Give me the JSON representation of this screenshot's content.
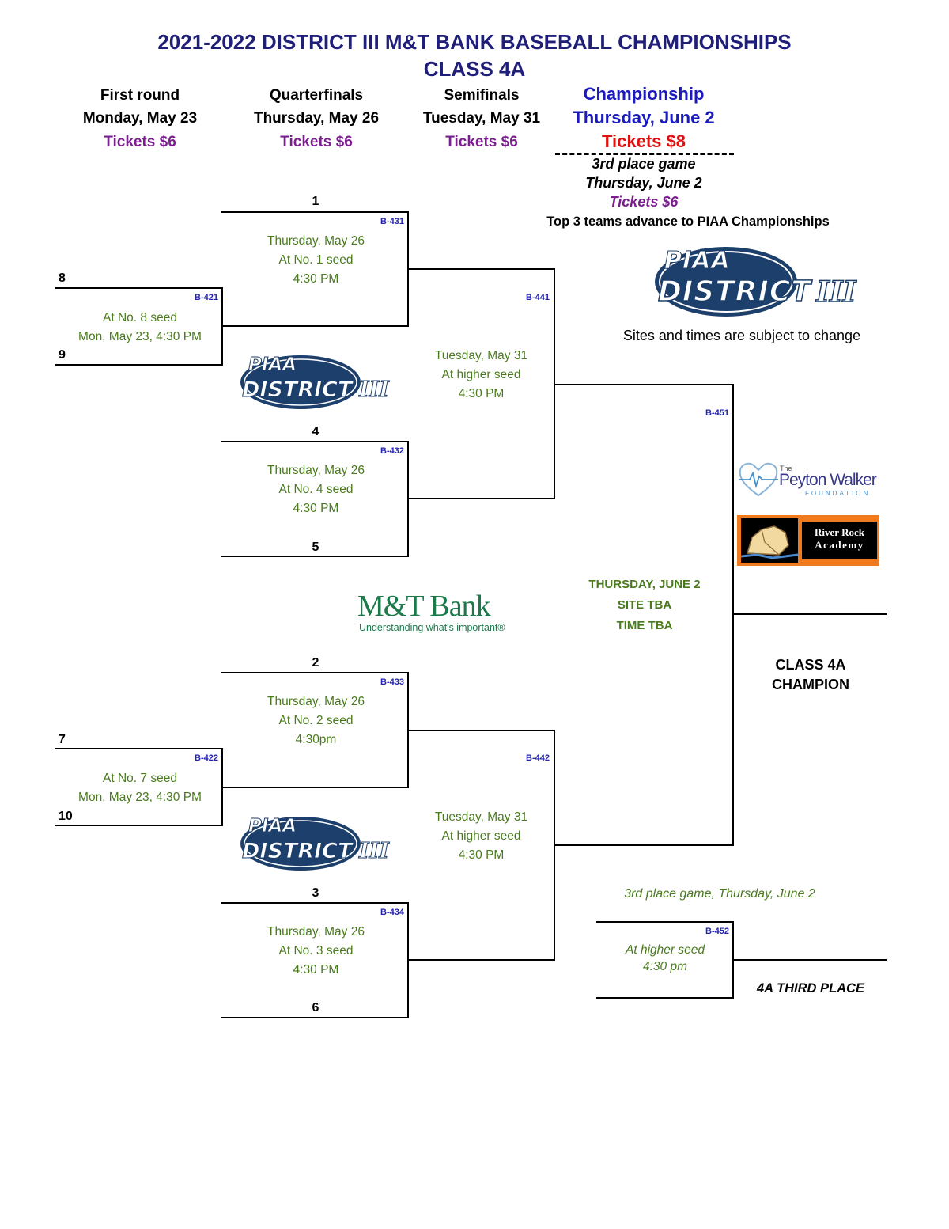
{
  "title": {
    "line1": "2021-2022 DISTRICT III M&T BANK BASEBALL CHAMPIONSHIPS",
    "line2": "CLASS 4A"
  },
  "rounds": [
    {
      "name": "First round",
      "date": "Monday, May 23",
      "tickets": "Tickets $6"
    },
    {
      "name": "Quarterfinals",
      "date": "Thursday, May 26",
      "tickets": "Tickets $6"
    },
    {
      "name": "Semifinals",
      "date": "Tuesday, May 31",
      "tickets": "Tickets $6"
    },
    {
      "name": "Championship",
      "date": "Thursday, June 2",
      "tickets": "Tickets $8"
    }
  ],
  "third_place_header": {
    "line1": "3rd place game",
    "line2": "Thursday, June 2",
    "tickets": "Tickets $6"
  },
  "advance_note": "Top 3 teams advance to PIAA Championships",
  "subject_note": "Sites and times are subject to change",
  "logos": {
    "piaa_top": "PIAA",
    "piaa_bottom": "DISTRICT",
    "piaa_roman": "III",
    "mt_bank_name": "M&T Bank",
    "mt_bank_tagline": "Understanding what's important®",
    "peyton_the": "The",
    "peyton_name": "Peyton Walker",
    "peyton_foundation": "FOUNDATION",
    "riverrock_line1": "River Rock",
    "riverrock_line2": "Academy"
  },
  "seeds": {
    "s1": "1",
    "s2": "2",
    "s3": "3",
    "s4": "4",
    "s5": "5",
    "s6": "6",
    "s7": "7",
    "s8": "8",
    "s9": "9",
    "s10": "10"
  },
  "games": {
    "b421": {
      "id": "B-421",
      "line1": "At No. 8 seed",
      "line2": "Mon, May 23, 4:30 PM"
    },
    "b422": {
      "id": "B-422",
      "line1": "At No. 7 seed",
      "line2": "Mon, May 23, 4:30 PM"
    },
    "b431": {
      "id": "B-431",
      "line1": "Thursday, May 26",
      "line2": "At No. 1 seed",
      "line3": "4:30 PM"
    },
    "b432": {
      "id": "B-432",
      "line1": "Thursday, May 26",
      "line2": "At No. 4 seed",
      "line3": "4:30 PM"
    },
    "b433": {
      "id": "B-433",
      "line1": "Thursday, May 26",
      "line2": "At No. 2 seed",
      "line3": "4:30pm"
    },
    "b434": {
      "id": "B-434",
      "line1": "Thursday, May 26",
      "line2": "At No. 3 seed",
      "line3": "4:30 PM"
    },
    "b441": {
      "id": "B-441",
      "line1": "Tuesday, May 31",
      "line2": "At higher seed",
      "line3": "4:30 PM"
    },
    "b442": {
      "id": "B-442",
      "line1": "Tuesday, May 31",
      "line2": "At higher seed",
      "line3": "4:30 PM"
    },
    "b451": {
      "id": "B-451",
      "line1": "THURSDAY, JUNE 2",
      "line2": "SITE TBA",
      "line3": "TIME TBA"
    },
    "b452": {
      "id": "B-452",
      "line1": "At higher seed",
      "line2": "4:30 pm"
    }
  },
  "champion_label": {
    "line1": "CLASS 4A",
    "line2": "CHAMPION"
  },
  "third_place_game_note": "3rd place game, Thursday, June 2",
  "third_place_label": "4A THIRD PLACE",
  "colors": {
    "title": "#1f1f7a",
    "tickets": "#7b1f8f",
    "championship": "#1a1abf",
    "championship_tickets": "#e01010",
    "game_text": "#4a7a1e",
    "game_id": "#2323b0",
    "piaa_navy": "#1d3f6b"
  }
}
